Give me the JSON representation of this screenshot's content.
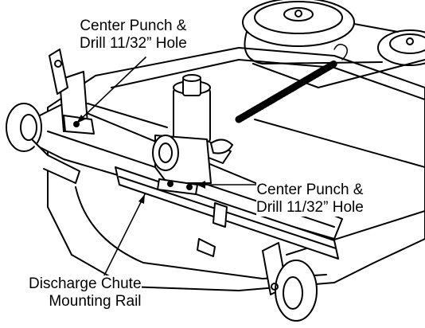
{
  "callouts": {
    "top": {
      "line1": "Center Punch &",
      "line2": "Drill 11/32” Hole"
    },
    "right": {
      "line1": "Center Punch &",
      "line2": "Drill 11/32” Hole"
    },
    "bottom": {
      "line1": "Discharge Chute",
      "line2": "Mounting Rail"
    }
  },
  "colors": {
    "ink": "#000000",
    "paper": "#ffffff"
  }
}
